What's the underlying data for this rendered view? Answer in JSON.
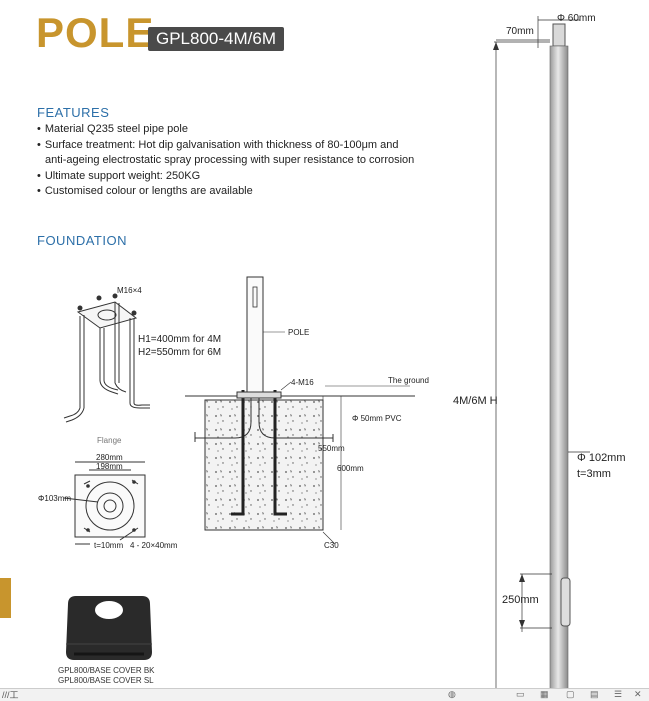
{
  "header": {
    "title": "POLE",
    "model": "GPL800-4M/6M"
  },
  "features": {
    "heading": "FEATURES",
    "items": [
      "Material Q235 steel pipe pole",
      "Surface treatment: Hot dip galvanisation with thickness of 80-100μm and",
      "anti-ageing electrostatic spray processing with super resistance to corrosion",
      "Ultimate support weight: 250KG",
      "Customised colour or lengths are available"
    ]
  },
  "foundation": {
    "heading": "FOUNDATION",
    "bolts_label": "M16×4",
    "h1": "H1=400mm for 4M",
    "h2": "H2=550mm for 6M",
    "flange_label": "Flange",
    "dim_280": "280mm",
    "dim_198": "198mm",
    "dim_103": "Φ103mm",
    "dim_t10": "t=10mm",
    "dim_slots": "4 - 20×40mm",
    "pole_label": "POLE",
    "bolt_label": "4-M16",
    "ground_label": "The ground",
    "pvc_label": "Φ 50mm PVC",
    "dim_550": "550mm",
    "dim_600": "600mm",
    "concrete_label": "C30"
  },
  "pole": {
    "top_dia": "Φ 60mm",
    "top_len": "70mm",
    "height": "4M/6M H",
    "body_dia": "Φ 102mm",
    "thickness": "t=3mm",
    "door": "250mm"
  },
  "cover": {
    "line1": "GPL800/BASE COVER BK",
    "line2": "GPL800/BASE COVER SL"
  },
  "bottom_bar": {
    "text": "///工"
  }
}
